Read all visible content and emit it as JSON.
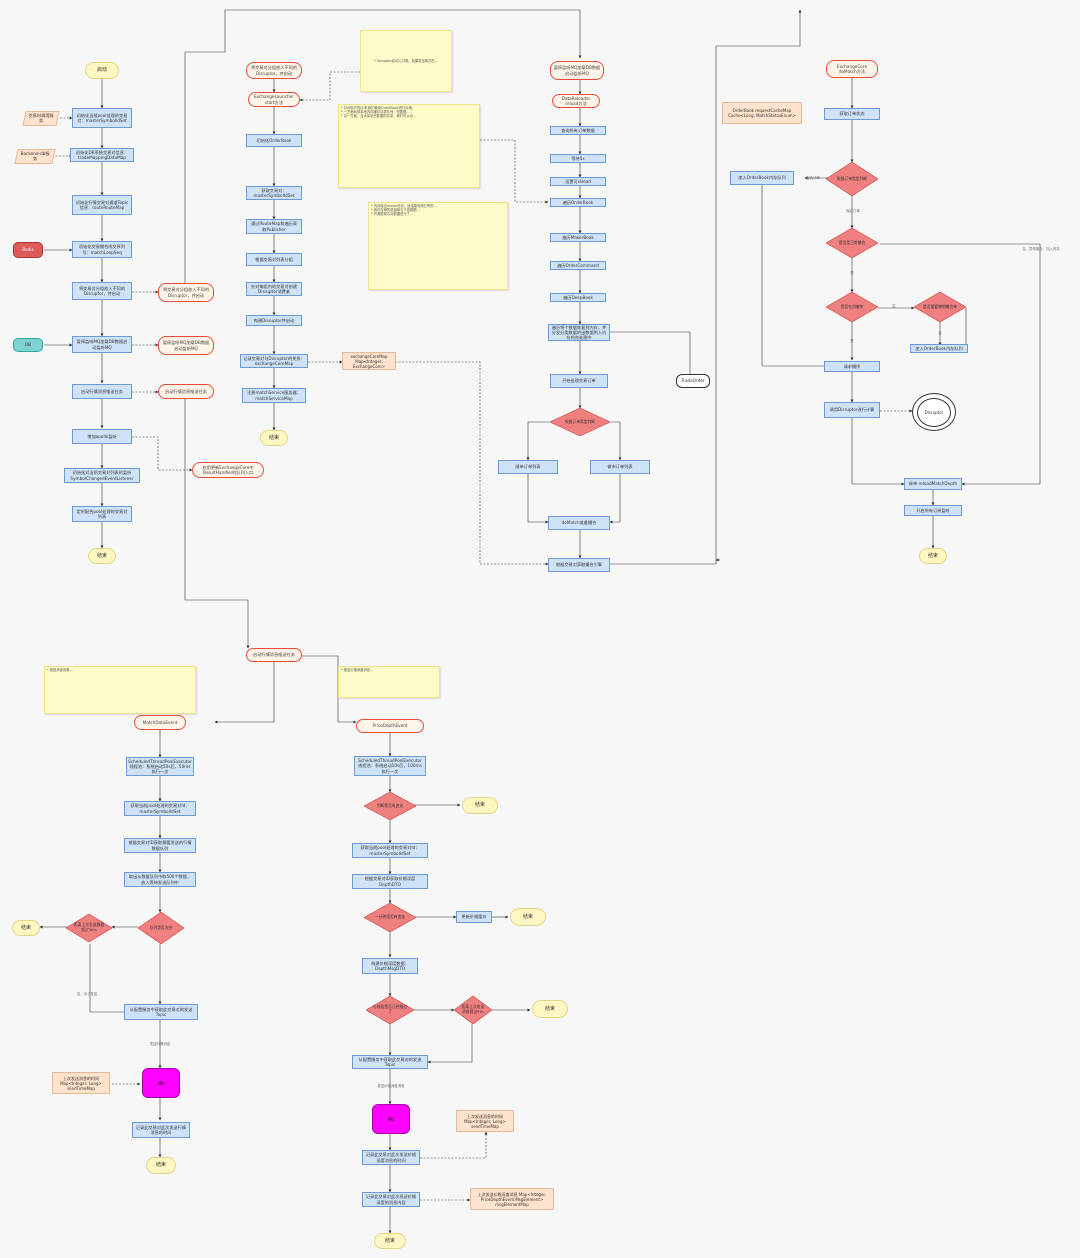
{
  "col1": {
    "start": "启动",
    "init_pool": "初始化当前pool处理的交易对：masterSymbolIdSet",
    "trading_service": "交易时调用服务",
    "init_symbol_map": "初始化DB系统交易对信息：tradeMappingDataMap",
    "backend_service": "Backend-db服务",
    "init_topics": "初始化行情交易对通道Topic信息：routeRouteMap",
    "redis": "Redis",
    "init_kafka": "初始化交易撮合成交序列号：matchLoopSeq",
    "add_to_disruptor": "将交易对分组放入不同的Disruptor，并启动",
    "add_to_disruptor_r": "将交易对分组放入不同的Disruptor，并启动",
    "db": "DB",
    "pause_mq": "暂停监听MQ加载DB数据启动监听MQ",
    "pause_mq_r": "暂停监听MQ加载DB数据启动监听MQ",
    "start_push": "启动行情消息推送任务",
    "start_push_r": "启动行情消息推送任务",
    "add_zk": "增加apollo监听",
    "apollo_r": "启用更新ExchangeCore中ResultHandler的队列入口",
    "init_listener": "初始化对当前交易对列表的监听SymbolChangedEventListener",
    "timer": "定时配合pool处理的交易对列表",
    "end": "结束"
  },
  "col2": {
    "dispatch": "将交易对分组放入不同的Disruptor，并启动",
    "launcher": "ExchangeLauncher start方法",
    "init_orderbook": "初始化OrderBook",
    "get_symbols": "获取交易对：masterSymbolIdSet",
    "route_publisher": "通过RouteMap和遍历获取Publisher",
    "each_symbol": "根据交易对列表分组",
    "for_each_create": "针对每组内的交易对创建Disruptor消费者",
    "build_disruptor": "构建Disruptor并启动",
    "record_map": "记录交易对与Disruptor的关系：exchangeCoreMap",
    "map_label": "exchangeCoreMap Map<Integer, ExchangeCore>",
    "register": "注册matchService服务器：matchServiceMap",
    "end": "结束"
  },
  "col3": {
    "pause_mq": "暂停监听MQ加载DB数据启动监听MQ",
    "reload": "DataReloader reload方法",
    "query_ids": "查询所有订单数据",
    "sleep": "等待5s",
    "reload_flag": "设置可reload",
    "load_orderbook": "遍历OrderBook",
    "load_makerbook": "遍历MakerBook",
    "load_ordercommand": "遍历OrderCommand",
    "load_deepbook": "遍历DeepBook",
    "rebuild": "遍历将个数据恢复到内存，并分发分类数据的出数据到入内存的充处理中",
    "trade_order": "TradeOrder",
    "start_trade": "开始处理交易订单",
    "order_type": "根据订单类型判断",
    "limit_order": "限单订单列表",
    "market_order": "做市订单列表",
    "merge": "doMatch准备撮合",
    "save_exec": "根据交易对获取撮合引擎"
  },
  "col4": {
    "exchangecore": "ExchangeCore doMatch方法",
    "get_state": "获取订单状态",
    "reply_label": "OrderBook requestCacheMap Cache<Long, MatchStatusEnum>",
    "add_cache": "加入OrderBook内存队列",
    "is_cached": "根据订单类型判断",
    "already_label": "撮合订单",
    "is_match": "是否是正常撮合",
    "not_match_label": "否，异常撮合，加入内存",
    "is_exist": "是否在消撤库",
    "need_cancel": "是否需要撤销撮合单",
    "add_queue": "加入OrderBook内存队列",
    "order_priority": "请求撮序",
    "call_disruptor": "调用Disruptor进行计算",
    "disruptor": "Disruptor",
    "depth_reload": "接单 reloadMatchDepth",
    "open_depth": "开启所有订阅监听",
    "end": "结束",
    "yes": "是",
    "no": "否"
  },
  "notes": {
    "disruptor_note": "* disruptor启动入口类。如果发送现在的...",
    "orderbook_note": "* 针对用户的请求,我们使用OrderBook进行存储。\n* 一方面利用本地内存缓存请求队列，但数据...\n* 另一方面，当大量状态数据的请求，我们可以合...",
    "maker_note": "* 内存撮合maker优化，该结果利用已有的...\n* 我们存储的是撮单与下游数据...\n* 开源框架中对数据进行了...",
    "left_bottom_note": "* 推送消息设置...",
    "right_bottom_note": "* 推送价格深度消息..."
  },
  "bottom": {
    "push_task": "启动行情消息推送任务",
    "match_event": "MatchDataEvent",
    "depth_event": "PriceDepthEvent",
    "scheduled_left": "ScheduledThreadPoolExecutor线程池：系统启动50s后，50ms执行一次",
    "scheduled_right": "ScheduledThreadPoolExecutor线程池：系统启动10s后，100ms执行一次",
    "get_symbols_l": "获取当前pool处理的交易对Id：masterSymbolIdSet",
    "query_queue": "根据交易对ID获取需要发送的行情数据队列",
    "take_queue": "取出从数据队列中取500个数据，放入等待发送队列中",
    "queue_empty": "队列是否为空",
    "send_cond": "距离上次发送数据超过3ms",
    "end": "结束",
    "no_label": "否，为了发送",
    "send_topic_l": "从配置服务中获取此交易对的发送Topic",
    "send_label": "发送行情消息",
    "mq": "MQ",
    "last_map_l": "上次发送消息的时间 Map<Integer, Long> sendTimeMap",
    "record_time_l": "记录此交易对此次发送行情消息的时间",
    "is_change": "判断是否有变化",
    "get_symbols_r": "获取当前pool处理的交易对Id：masterSymbolIdSet",
    "get_depth": "根据交易对ID获取价格深度DepthDTO",
    "one_change": "一分钟是否有变化",
    "update_cache": "更新价格缓存",
    "build_dto": "构建价格深度数据：DepthMsgDTO",
    "compare_last": "与前面是否已经推过了",
    "over_50": "距离上次发送消息超过50s",
    "send_topic_r": "从配置服务中获取此交易对的发送Topic",
    "send_depth_label": "发送价格深度消息",
    "record_time_r": "记录此交易对此次发送价格深度消息的时间",
    "last_map_r": "上次发送消息的时间 Map<Integer, Long> sendTimeMap",
    "record_msg": "记录此交易对此次发送价格深度的消息内容",
    "msg_map": "上次发送价格深度消息 Map<Integer, PriceDepthEvent.MsgElement> msgElementMap"
  },
  "colors": {
    "process": "#cfe3f8",
    "decision": "#f08080",
    "terminal": "#fff7c2",
    "mq": "#ff00ff",
    "redis": "#e05a5a",
    "db": "#7fd3d3"
  }
}
